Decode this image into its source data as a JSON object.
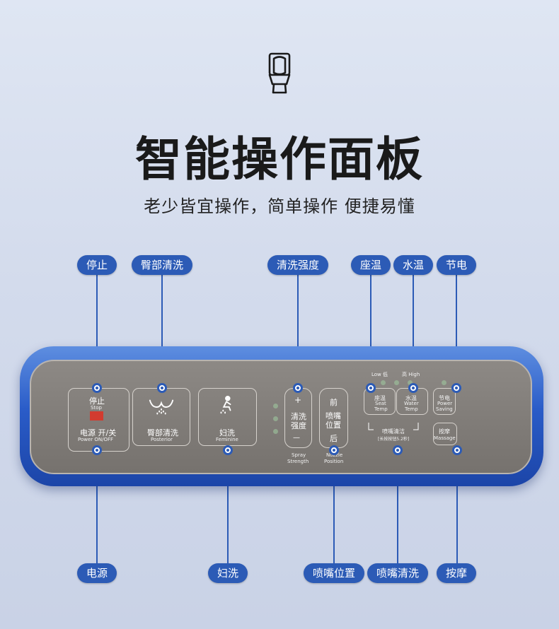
{
  "header": {
    "icon": "toilet-icon",
    "title": "智能操作面板",
    "subtitle": "老少皆宜操作，简单操作 便捷易懂"
  },
  "callouts_top": [
    {
      "id": "stop",
      "label": "停止"
    },
    {
      "id": "posterior",
      "label": "臀部清洗"
    },
    {
      "id": "strength",
      "label": "清洗强度"
    },
    {
      "id": "seat-temp",
      "label": "座温"
    },
    {
      "id": "water-temp",
      "label": "水温"
    },
    {
      "id": "power-saving",
      "label": "节电"
    }
  ],
  "callouts_bottom": [
    {
      "id": "power",
      "label": "电源"
    },
    {
      "id": "feminine",
      "label": "妇洗"
    },
    {
      "id": "nozzle-position",
      "label": "喷嘴位置"
    },
    {
      "id": "nozzle-clean",
      "label": "喷嘴清洗"
    },
    {
      "id": "massage",
      "label": "按摩"
    }
  ],
  "panel": {
    "stop": {
      "cn": "停止",
      "en": "Stop"
    },
    "power": {
      "cn": "电源 开/关",
      "en": "Power ON/OFF"
    },
    "posterior": {
      "cn": "臀部清洗",
      "en": "Posterior"
    },
    "feminine": {
      "cn": "妇洗",
      "en": "Feminine"
    },
    "strength": {
      "plus": "+",
      "cn1": "清洗",
      "cn2": "强度",
      "minus": "—",
      "en1": "Spray",
      "en2": "Strength"
    },
    "position": {
      "front": "前",
      "mid1": "喷嘴",
      "mid2": "位置",
      "back": "后",
      "en1": "Nozzle",
      "en2": "Position"
    },
    "low": "Low 低",
    "high": "高 High",
    "seat_temp": {
      "cn": "座温",
      "en1": "Seat",
      "en2": "Temp"
    },
    "water_temp": {
      "cn": "水温",
      "en1": "Water",
      "en2": "Temp"
    },
    "power_saving": {
      "cn": "节电",
      "en1": "Power",
      "en2": "Saving"
    },
    "nozzle_clean": {
      "cn": "喷嘴清洁",
      "note": "[长按按钮5.2秒]"
    },
    "massage": {
      "cn": "按摩",
      "en": "Massage"
    }
  },
  "colors": {
    "accent": "#2c5bb6",
    "panel_face": "#807c78",
    "panel_frame": "#2a5cc8",
    "stop_indicator": "#d23b2f"
  }
}
